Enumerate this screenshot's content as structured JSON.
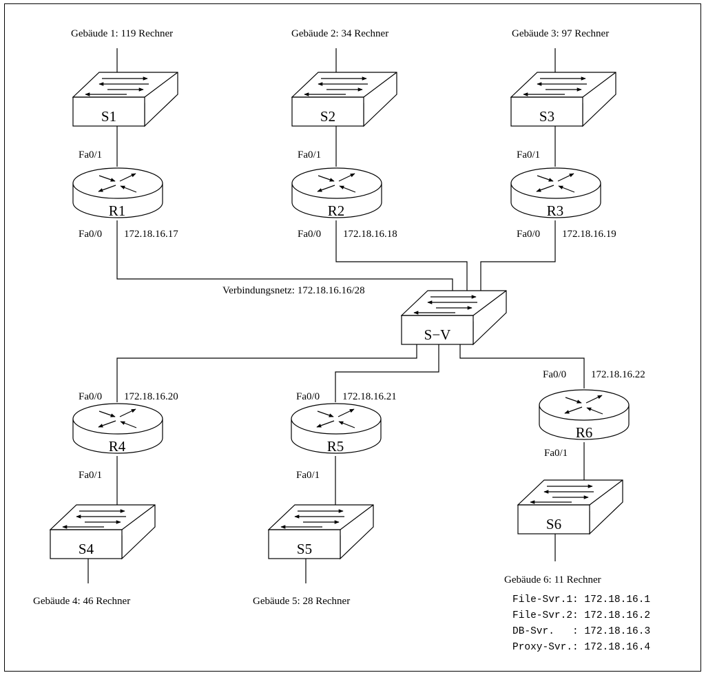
{
  "network_label": "Verbindungsnetz: 172.18.16.16/28",
  "core_switch": "S−V",
  "buildings": [
    {
      "label": "Gebäude 1: 119 Rechner",
      "switch": "S1",
      "router": "R1",
      "if_lan": "Fa0/1",
      "if_wan": "Fa0/0",
      "ip": "172.18.16.17"
    },
    {
      "label": "Gebäude 2: 34 Rechner",
      "switch": "S2",
      "router": "R2",
      "if_lan": "Fa0/1",
      "if_wan": "Fa0/0",
      "ip": "172.18.16.18"
    },
    {
      "label": "Gebäude 3: 97 Rechner",
      "switch": "S3",
      "router": "R3",
      "if_lan": "Fa0/1",
      "if_wan": "Fa0/0",
      "ip": "172.18.16.19"
    },
    {
      "label": "Gebäude 4: 46 Rechner",
      "switch": "S4",
      "router": "R4",
      "if_lan": "Fa0/1",
      "if_wan": "Fa0/0",
      "ip": "172.18.16.20"
    },
    {
      "label": "Gebäude 5: 28 Rechner",
      "switch": "S5",
      "router": "R5",
      "if_lan": "Fa0/1",
      "if_wan": "Fa0/0",
      "ip": "172.18.16.21"
    },
    {
      "label": "Gebäude 6: 11 Rechner",
      "switch": "S6",
      "router": "R6",
      "if_lan": "Fa0/1",
      "if_wan": "Fa0/0",
      "ip": "172.18.16.22"
    }
  ],
  "servers": [
    {
      "name": "File-Svr.1",
      "sep": ":",
      "ip": "172.18.16.1"
    },
    {
      "name": "File-Svr.2",
      "sep": ":",
      "ip": "172.18.16.2"
    },
    {
      "name": "DB-Svr.",
      "sep": "   :",
      "ip": "172.18.16.3"
    },
    {
      "name": "Proxy-Svr.",
      "sep": ":",
      "ip": "172.18.16.4"
    }
  ]
}
